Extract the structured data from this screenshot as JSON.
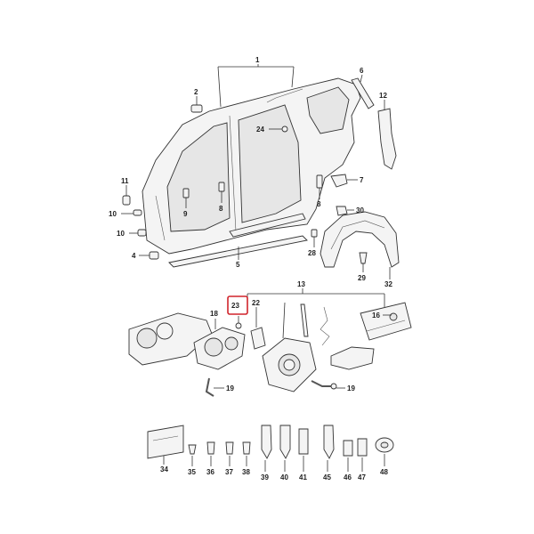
{
  "diagram": {
    "highlight": {
      "label": "23",
      "color": "#d0242b"
    },
    "labels": {
      "l1": "1",
      "l2": "2",
      "l4": "4",
      "l5": "5",
      "l6": "6",
      "l7": "7",
      "l8a": "8",
      "l8b": "8",
      "l9": "9",
      "l10a": "10",
      "l10b": "10",
      "l11": "11",
      "l12": "12",
      "l13": "13",
      "l16": "16",
      "l18": "18",
      "l19a": "19",
      "l19b": "19",
      "l22": "22",
      "l23": "23",
      "l24": "24",
      "l28": "28",
      "l29": "29",
      "l30": "30",
      "l32": "32",
      "l34": "34",
      "l35": "35",
      "l36": "36",
      "l37": "37",
      "l38": "38",
      "l39": "39",
      "l40": "40",
      "l41": "41",
      "l45": "45",
      "l46": "46",
      "l47": "47",
      "l48": "48"
    }
  }
}
